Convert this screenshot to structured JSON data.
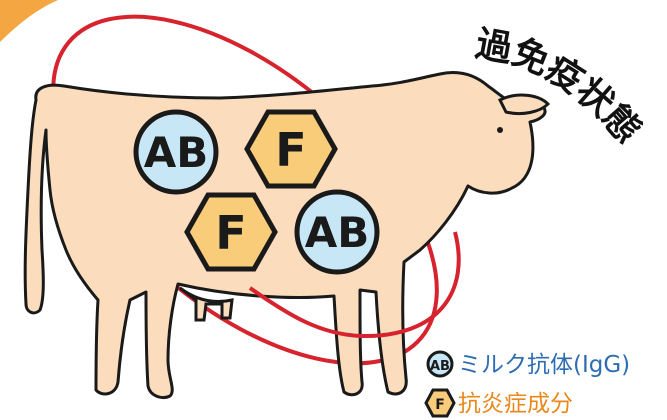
{
  "diagram": {
    "state_label": "過免疫状態",
    "badges": [
      {
        "type": "antibody",
        "text": "AB"
      },
      {
        "type": "anti-inflammatory",
        "text": "F"
      },
      {
        "type": "anti-inflammatory",
        "text": "F"
      },
      {
        "type": "antibody",
        "text": "AB"
      }
    ],
    "legend": [
      {
        "type": "antibody",
        "symbol": "AB",
        "label": "ミルク抗体(IgG)"
      },
      {
        "type": "anti-inflammatory",
        "symbol": "F",
        "label": "抗炎症成分"
      }
    ]
  },
  "colors": {
    "cow_fill": "#fbdcbc",
    "outline": "#1a1a1a",
    "ring": "#d6232d",
    "antibody_fill": "#c7e6f6",
    "factor_fill": "#f9cc7a",
    "legend_text": "#2f6db3",
    "factor_legend_text": "#e8891d",
    "corner_accent": "#f4a642"
  },
  "icons": [
    "antibody-badge-icon",
    "factor-badge-icon"
  ]
}
